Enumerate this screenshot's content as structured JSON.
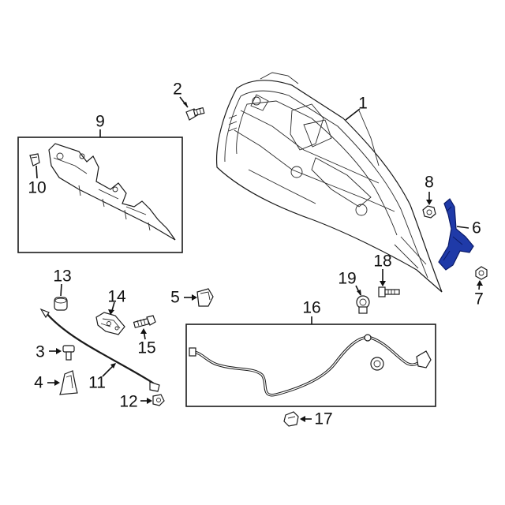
{
  "colors": {
    "highlight": "#1f3aa8",
    "line": "#1a1a1a"
  },
  "callouts": [
    {
      "id": "1",
      "label": "1"
    },
    {
      "id": "2",
      "label": "2"
    },
    {
      "id": "3",
      "label": "3"
    },
    {
      "id": "4",
      "label": "4"
    },
    {
      "id": "5",
      "label": "5"
    },
    {
      "id": "6",
      "label": "6"
    },
    {
      "id": "7",
      "label": "7"
    },
    {
      "id": "8",
      "label": "8"
    },
    {
      "id": "9",
      "label": "9"
    },
    {
      "id": "10",
      "label": "10"
    },
    {
      "id": "11",
      "label": "11"
    },
    {
      "id": "12",
      "label": "12"
    },
    {
      "id": "13",
      "label": "13"
    },
    {
      "id": "14",
      "label": "14"
    },
    {
      "id": "15",
      "label": "15"
    },
    {
      "id": "16",
      "label": "16"
    },
    {
      "id": "17",
      "label": "17"
    },
    {
      "id": "18",
      "label": "18"
    },
    {
      "id": "19",
      "label": "19"
    }
  ]
}
